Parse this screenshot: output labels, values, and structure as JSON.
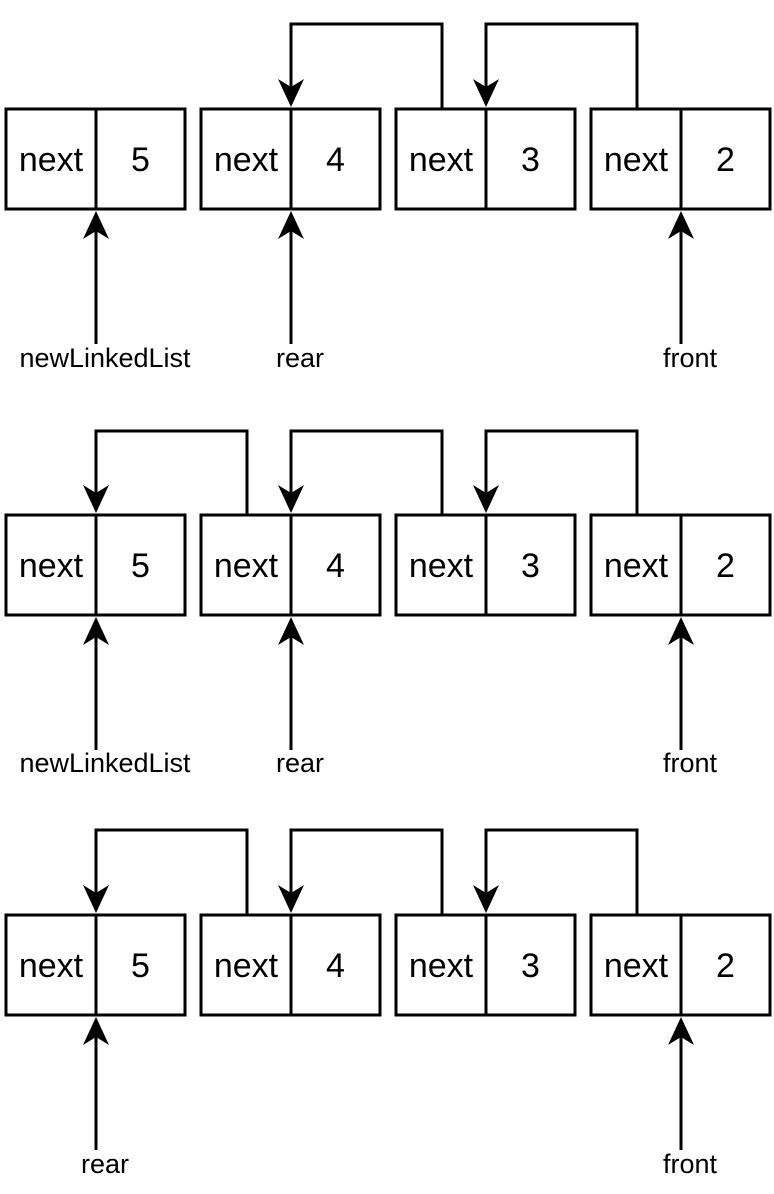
{
  "stages": [
    {
      "nodes": [
        {
          "field": "next",
          "value": "5"
        },
        {
          "field": "next",
          "value": "4"
        },
        {
          "field": "next",
          "value": "3"
        },
        {
          "field": "next",
          "value": "2"
        }
      ],
      "links": [
        {
          "from": 2,
          "to": 1
        },
        {
          "from": 3,
          "to": 2
        }
      ],
      "pointers": [
        {
          "label": "newLinkedList",
          "node": 0
        },
        {
          "label": "rear",
          "node": 1
        },
        {
          "label": "front",
          "node": 3
        }
      ]
    },
    {
      "nodes": [
        {
          "field": "next",
          "value": "5"
        },
        {
          "field": "next",
          "value": "4"
        },
        {
          "field": "next",
          "value": "3"
        },
        {
          "field": "next",
          "value": "2"
        }
      ],
      "links": [
        {
          "from": 1,
          "to": 0
        },
        {
          "from": 2,
          "to": 1
        },
        {
          "from": 3,
          "to": 2
        }
      ],
      "pointers": [
        {
          "label": "newLinkedList",
          "node": 0
        },
        {
          "label": "rear",
          "node": 1
        },
        {
          "label": "front",
          "node": 3
        }
      ]
    },
    {
      "nodes": [
        {
          "field": "next",
          "value": "5"
        },
        {
          "field": "next",
          "value": "4"
        },
        {
          "field": "next",
          "value": "3"
        },
        {
          "field": "next",
          "value": "2"
        }
      ],
      "links": [
        {
          "from": 1,
          "to": 0
        },
        {
          "from": 2,
          "to": 1
        },
        {
          "from": 3,
          "to": 2
        }
      ],
      "pointers": [
        {
          "label": "rear",
          "node": 0
        },
        {
          "label": "front",
          "node": 3
        }
      ]
    }
  ]
}
